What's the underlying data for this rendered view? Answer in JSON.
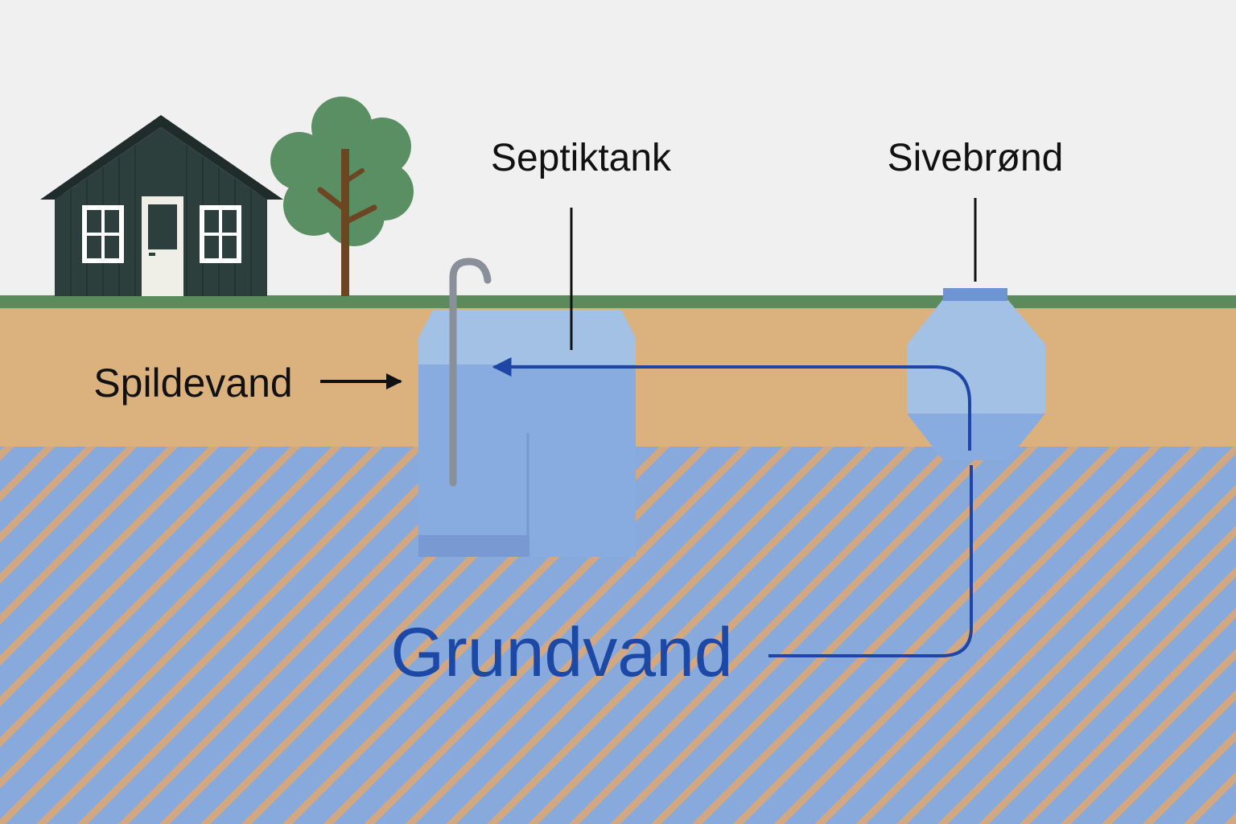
{
  "labels": {
    "septic_tank": "Septiktank",
    "soakaway": "Sivebrønd",
    "wastewater": "Spildevand",
    "groundwater": "Grundvand"
  },
  "colors": {
    "sky": "#f0f0f0",
    "grass": "#5b8a5c",
    "soil": "#dbb17e",
    "groundwater_base": "#87a9dc",
    "groundwater_stripe": "#d2a883",
    "tank_top": "#a3c0e5",
    "tank_water": "#88ace0",
    "tank_bottom": "#7899d2",
    "house_wall": "#2c3f3d",
    "house_roof": "#1f2c2a",
    "tree_leaves": "#5a8f63",
    "tree_trunk": "#6c4522",
    "flow_line": "#1f46a5",
    "label_dark": "#111111",
    "label_blue": "#1d49a6"
  },
  "icons": {
    "house": "house-icon",
    "tree": "tree-icon",
    "inlet_pipe": "pipe-icon",
    "wastewater_arrow": "arrow-right-icon",
    "flow_arrow": "arrow-icon"
  }
}
